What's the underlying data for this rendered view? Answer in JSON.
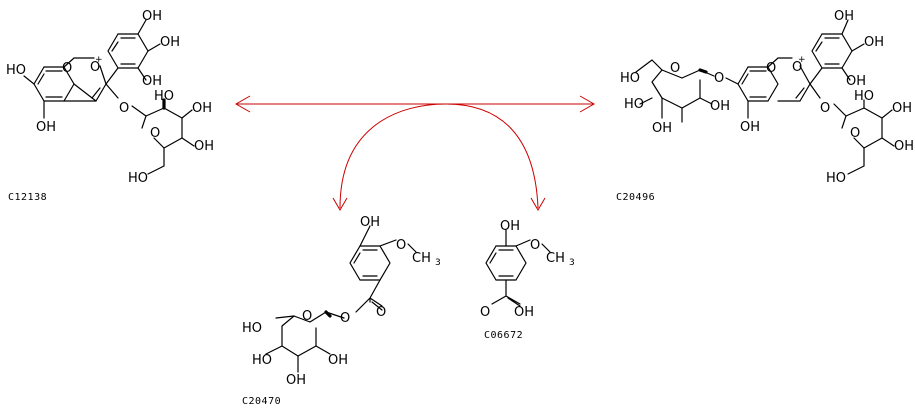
{
  "colors": {
    "arrow": "#cc0000",
    "structure": "#000000",
    "background": "#ffffff"
  },
  "labels": {
    "oh": "OH",
    "ho": "HO",
    "o": "O",
    "plus": "+",
    "methyl_c": "CH",
    "methyl_sub": "3"
  },
  "compounds": {
    "c12138": {
      "code": "C12138"
    },
    "c20496": {
      "code": "C20496"
    },
    "c20470": {
      "code": "C20470"
    },
    "c06672": {
      "code": "C06672"
    }
  }
}
